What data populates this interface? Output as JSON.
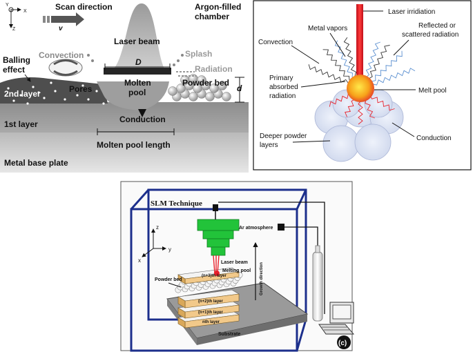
{
  "panel_a": {
    "axes": {
      "y": "Y",
      "x": "X",
      "z": "Z"
    },
    "scan_direction": "Scan direction",
    "velocity": "v",
    "argon_chamber": [
      "Argon-filled",
      "chamber"
    ],
    "laser_beam": "Laser beam",
    "splash": "Splash",
    "radiation": "Radiation",
    "convection": "Convection",
    "balling": [
      "Balling",
      "effect"
    ],
    "D": "D",
    "d": "d",
    "molten_pool": [
      "Molten",
      "pool"
    ],
    "pores": "Pores",
    "powder_bed": "Powder bed",
    "layer2": "2nd layer",
    "layer1": "1st layer",
    "conduction": "Conduction",
    "pool_length": "Molten pool length",
    "base_plate": "Metal base plate"
  },
  "panel_b": {
    "laser": "Laser irridiation",
    "vapors": "Metal vapors",
    "reflected": [
      "Reflected or",
      "scattered radiation"
    ],
    "convection": "Convection",
    "primary": [
      "Primary",
      "absorbed",
      "radiation"
    ],
    "melt_pool": "Melt pool",
    "deeper": [
      "Deeper powder",
      "layers"
    ],
    "conduction": "Conduction"
  },
  "panel_c": {
    "slm": "SLM Technique",
    "ar": "Ar atmosphere",
    "z": "z",
    "x": "x",
    "y": "y",
    "laser_beam": "Laser beam",
    "melting_pool": "Melting pool",
    "powder_bed": "Powder bed",
    "growth": "Growth direction",
    "layer_n3": "(n+3)th layer",
    "layer_n2": "(n+2)th layer",
    "layer_n1": "(n+1)th layer",
    "layer_n": "nth layer",
    "substrate": "Substrate",
    "tag": "(c)"
  },
  "colors": {
    "laser": "#e8202a",
    "nozzle": "#22c33a",
    "frame": "#1c2f8c",
    "pool": "#f4c21a"
  }
}
